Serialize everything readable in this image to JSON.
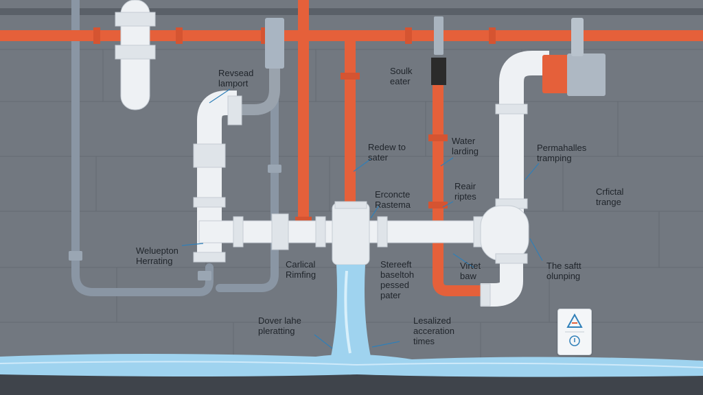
{
  "labels": {
    "revsead": [
      "Revsead",
      "lamport"
    ],
    "soulk": [
      "Soulk",
      "eater"
    ],
    "redew": [
      "Redew to",
      "sater"
    ],
    "water": [
      "Water",
      "larding"
    ],
    "permahalles": [
      "Permahalles",
      "tramping"
    ],
    "erconcte": [
      "Erconcte",
      "Rastema"
    ],
    "rear": [
      "Reair",
      "riptes"
    ],
    "crfictal": [
      "Crfictal",
      "trange"
    ],
    "weluepton": [
      "Weluepton",
      "Herrating"
    ],
    "carlical": [
      "Carlical",
      "Rimfing"
    ],
    "stereeft": [
      "Stereeft",
      "baseltoh",
      "pessed",
      "pater"
    ],
    "virtet": [
      "Virtet",
      "baw"
    ],
    "the_saftt": [
      "The saftt",
      "olunping"
    ],
    "doverlahe": [
      "Dover lahe",
      "pleratting"
    ],
    "lesalized": [
      "Lesalized",
      "acceration",
      "times"
    ]
  },
  "colors": {
    "wall": "#6f757d",
    "hot_pipe": "#e8633f",
    "pvc_pipe": "#eef1f4",
    "water": "#9fd3ef",
    "floor": "#3f444b"
  },
  "icons": {
    "badge": "warning-sign-icon"
  }
}
